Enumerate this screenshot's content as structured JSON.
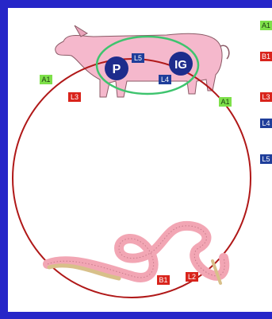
{
  "colors": {
    "frame": "#2626c8",
    "panel": "#ffffff",
    "host_outline": "#b01818",
    "organ_outline": "#3ec46e",
    "pig_body": "#f5b8cc",
    "worm": "#f2a6b4",
    "green_tag": "#7ee04a",
    "red_tag": "#d9241c",
    "blue_tag": "#1f3e9a"
  },
  "organ_labels": {
    "P": "P",
    "IG": "IG"
  },
  "tags": {
    "A1_left": "A1",
    "L3_left": "L3",
    "L5_pig": "L5",
    "L4_pig": "L4",
    "A1_pig_right": "A1",
    "B1_worm": "B1",
    "L2_worm": "L2"
  },
  "legend": [
    "A1",
    "B1",
    "L3",
    "L4",
    "L5"
  ]
}
